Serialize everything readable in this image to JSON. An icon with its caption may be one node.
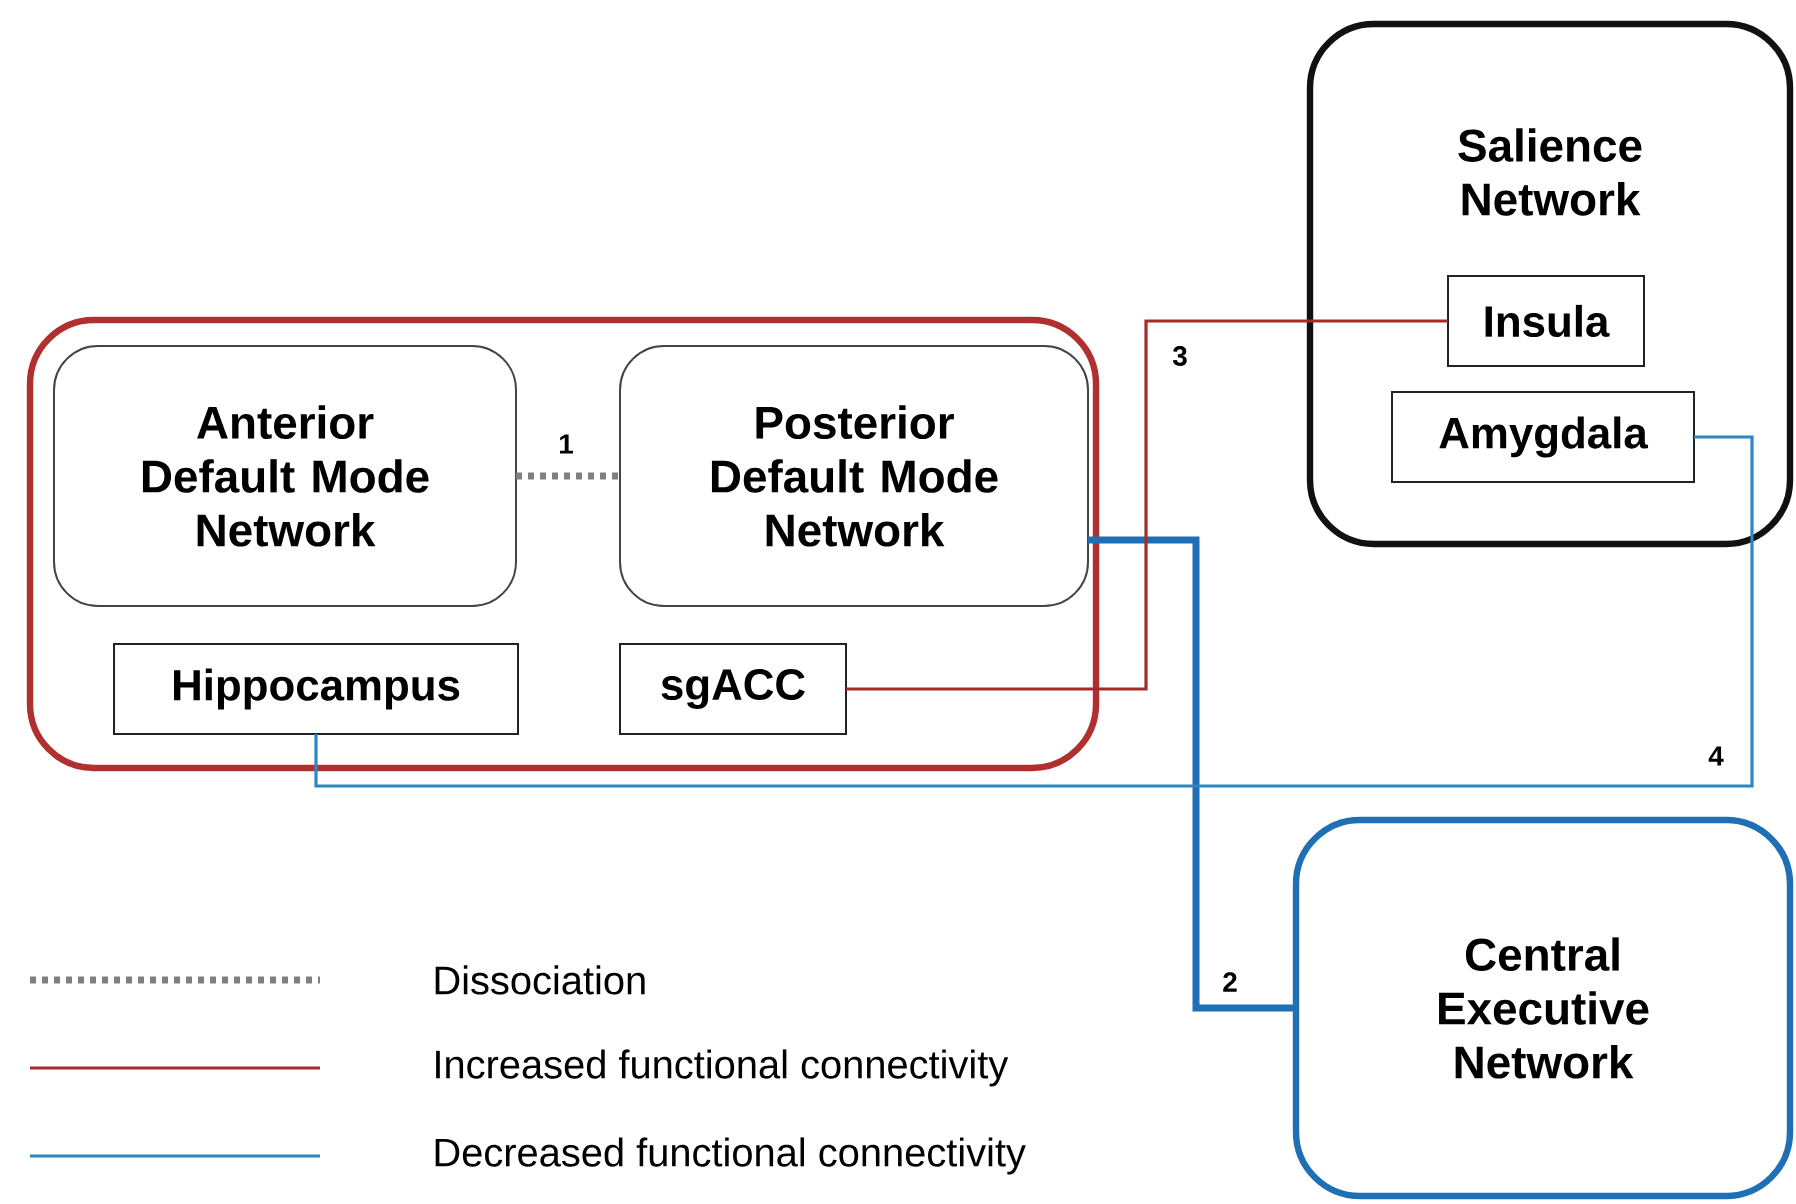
{
  "diagram": {
    "nodes": [
      {
        "text": [],
        "shape": "box"
      },
      {
        "text": [
          "Anterior Default Mode Network"
        ],
        "in": 0
      },
      {
        "text": [
          "Posterior Default Mode Network"
        ],
        "in": 0
      },
      {
        "text": [
          "Hippocampus"
        ],
        "in": 0
      },
      {
        "text": [
          "sgACC"
        ],
        "in": 0
      },
      {
        "text": [
          "Salience Network"
        ]
      },
      {
        "text": [
          "Insula"
        ],
        "in": 5
      },
      {
        "text": [
          "Amygdala"
        ],
        "in": 5
      },
      {
        "text": [
          "Central Executive Network"
        ]
      }
    ],
    "edges": [
      {
        "from": 1,
        "to": 2,
        "arrow": "none",
        "label": "1",
        "style": "dashed",
        "color": "#808080"
      },
      {
        "from": 2,
        "to": 8,
        "arrow": "none",
        "label": "2",
        "style": "thick",
        "color": "#1f6fb5"
      },
      {
        "from": 4,
        "to": 6,
        "arrow": "none",
        "label": "3",
        "color": "#a52a2a"
      },
      {
        "from": 3,
        "to": 7,
        "arrow": "none",
        "label": "4",
        "color": "#2e86c1"
      }
    ],
    "legend": [
      {
        "text": "Dissociation"
      },
      {
        "text": "Increased functional connectivity"
      },
      {
        "text": "Decreased functional connectivity"
      }
    ]
  }
}
